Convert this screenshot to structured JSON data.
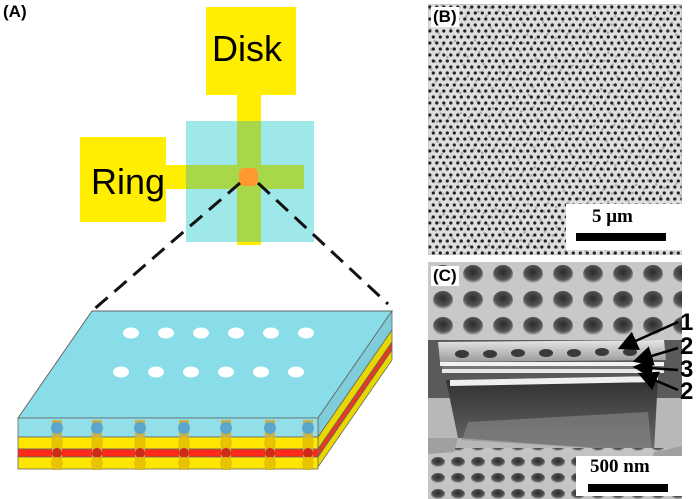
{
  "panel_a": {
    "label": "(A)",
    "disk_label": "Disk",
    "ring_label": "Ring"
  },
  "panel_b": {
    "label": "(B)",
    "scale_label": "5 μm"
  },
  "panel_c": {
    "label": "(C)",
    "scale_label": "500 nm",
    "layer_callouts": [
      "1",
      "2",
      "3",
      "2"
    ]
  },
  "colors": {
    "electrode_yellow": "#ffee00",
    "substrate_cyan": "#88e6e6",
    "overlap_green": "#9cd44a",
    "junction_orange": "#ff9933",
    "layer_red": "#ff2a1a"
  }
}
